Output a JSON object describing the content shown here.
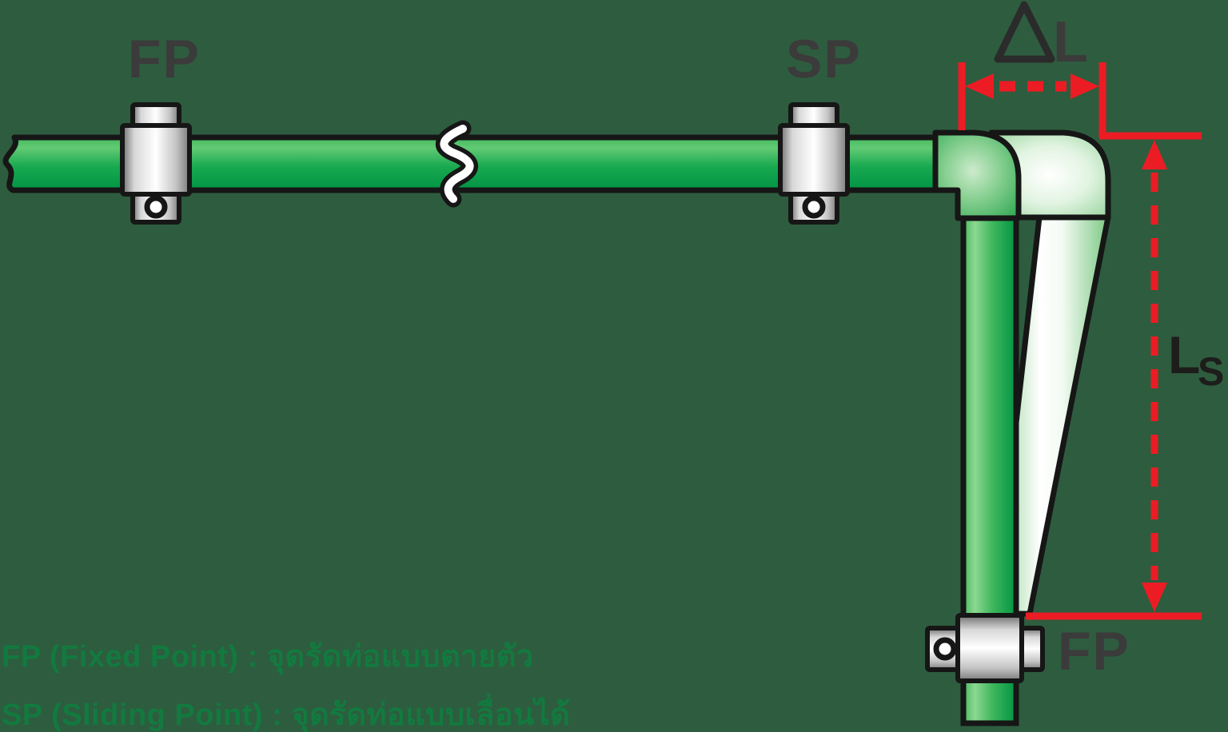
{
  "diagram_title": "PPR pipe thermal expansion loop with fixed and sliding clamp points",
  "colors": {
    "background": "#2E5C3F",
    "outline": "#161616",
    "dimension_red": "#EC1C24",
    "label_dark": "#3B3B3B",
    "label_black": "#1D1D1B",
    "legend_green": "#12793F",
    "pipe_green_dark": "#009444",
    "pipe_green_light": "#8CD892",
    "deflected_pipe_light": "#E2F4E2",
    "clamp_silver": "#D8D8D8"
  },
  "labels": {
    "fp_top": "FP",
    "sp": "SP",
    "delta_letter": "L",
    "ls_main": "L",
    "ls_sub": "S",
    "fp_bottom": "FP"
  },
  "legend": {
    "line1": "FP (Fixed Point) : จุดรัดท่อแบบตายตัว",
    "line2": "SP (Sliding Point) : จุดรัดท่อแบบเลื่อนได้"
  }
}
